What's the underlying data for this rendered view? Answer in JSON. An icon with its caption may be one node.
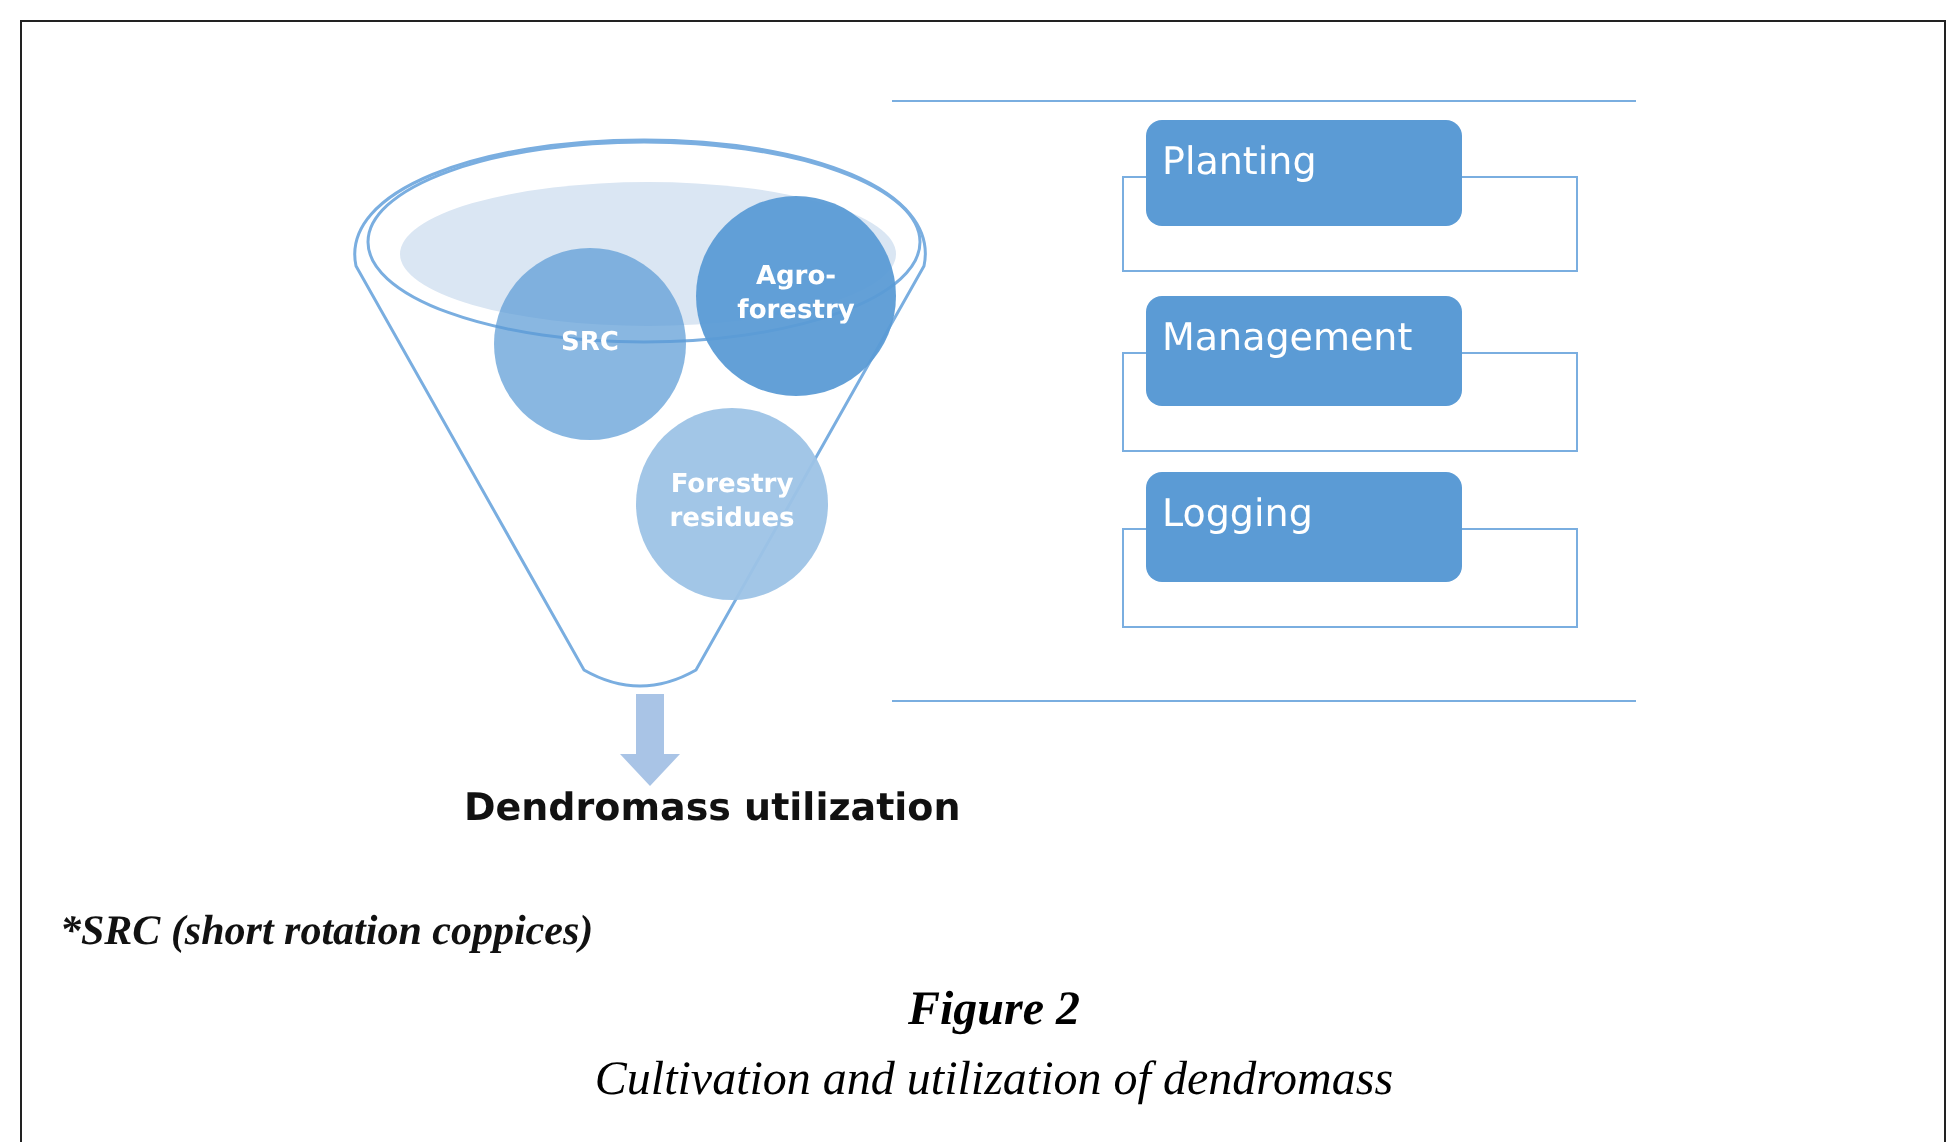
{
  "diagram": {
    "title": "Figure 2",
    "caption": "Cultivation and utilization of dendromass",
    "nodes": [
      {
        "text": [],
        "shape": "funnel"
      },
      {
        "text": [
          "SRC"
        ],
        "in": 0
      },
      {
        "text": [
          "Agro- forestry"
        ],
        "in": 0
      },
      {
        "text": [
          "Forestry residues"
        ],
        "in": 0
      },
      {
        "text": [
          "Dendromass utilization"
        ]
      },
      {
        "text": [
          "Planting"
        ]
      },
      {
        "text": [
          "Management"
        ]
      },
      {
        "text": [
          "Logging"
        ]
      }
    ],
    "edges": [
      {
        "from": 0,
        "to": 4,
        "arrow": "to"
      }
    ],
    "labels": [
      "*SRC (short rotation coppices)"
    ]
  }
}
